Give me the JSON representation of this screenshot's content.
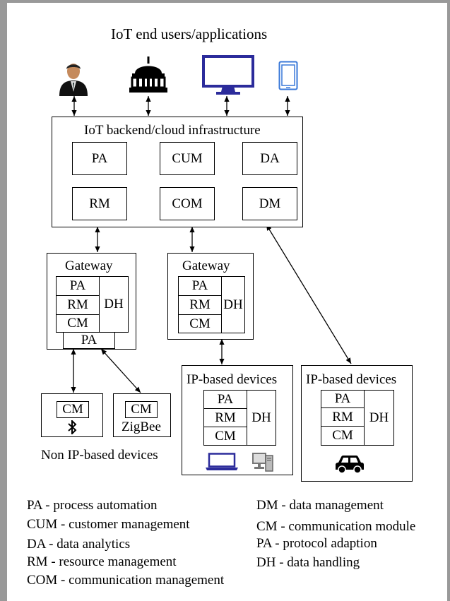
{
  "title": "IoT end users/applications",
  "icons": {
    "user": "user-icon",
    "building": "government-building-icon",
    "monitor": "monitor-icon",
    "tablet": "tablet-icon",
    "bluetooth": "bluetooth-icon",
    "laptop": "laptop-icon",
    "desktop": "desktop-computer-icon",
    "car": "car-icon"
  },
  "colors": {
    "monitor": "#2b2b9b",
    "tablet": "#3a78d8",
    "frame": "#999999"
  },
  "backend": {
    "title": "IoT backend/cloud infrastructure",
    "modules": [
      "PA",
      "CUM",
      "DA",
      "RM",
      "COM",
      "DM"
    ]
  },
  "gateway1": {
    "title": "Gateway",
    "rows": [
      "PA",
      "RM",
      "CM"
    ],
    "dh": "DH",
    "bottom": "PA"
  },
  "gateway2": {
    "title": "Gateway",
    "rows": [
      "PA",
      "RM",
      "CM"
    ],
    "dh": "DH"
  },
  "non_ip": {
    "device1": {
      "cm": "CM"
    },
    "device2": {
      "cm": "CM",
      "label": "ZigBee"
    },
    "caption": "Non IP-based devices"
  },
  "ip_devices1": {
    "title": "IP-based devices",
    "rows": [
      "PA",
      "RM",
      "CM"
    ],
    "dh": "DH"
  },
  "ip_devices2": {
    "title": "IP-based devices",
    "rows": [
      "PA",
      "RM",
      "CM"
    ],
    "dh": "DH"
  },
  "legend_left": [
    "PA - process automation",
    "CUM - customer management",
    "DA - data analytics",
    "RM - resource management",
    "COM - communication management"
  ],
  "legend_right": [
    "DM - data management",
    "CM - communication module",
    "PA - protocol adaption",
    "DH - data handling"
  ]
}
